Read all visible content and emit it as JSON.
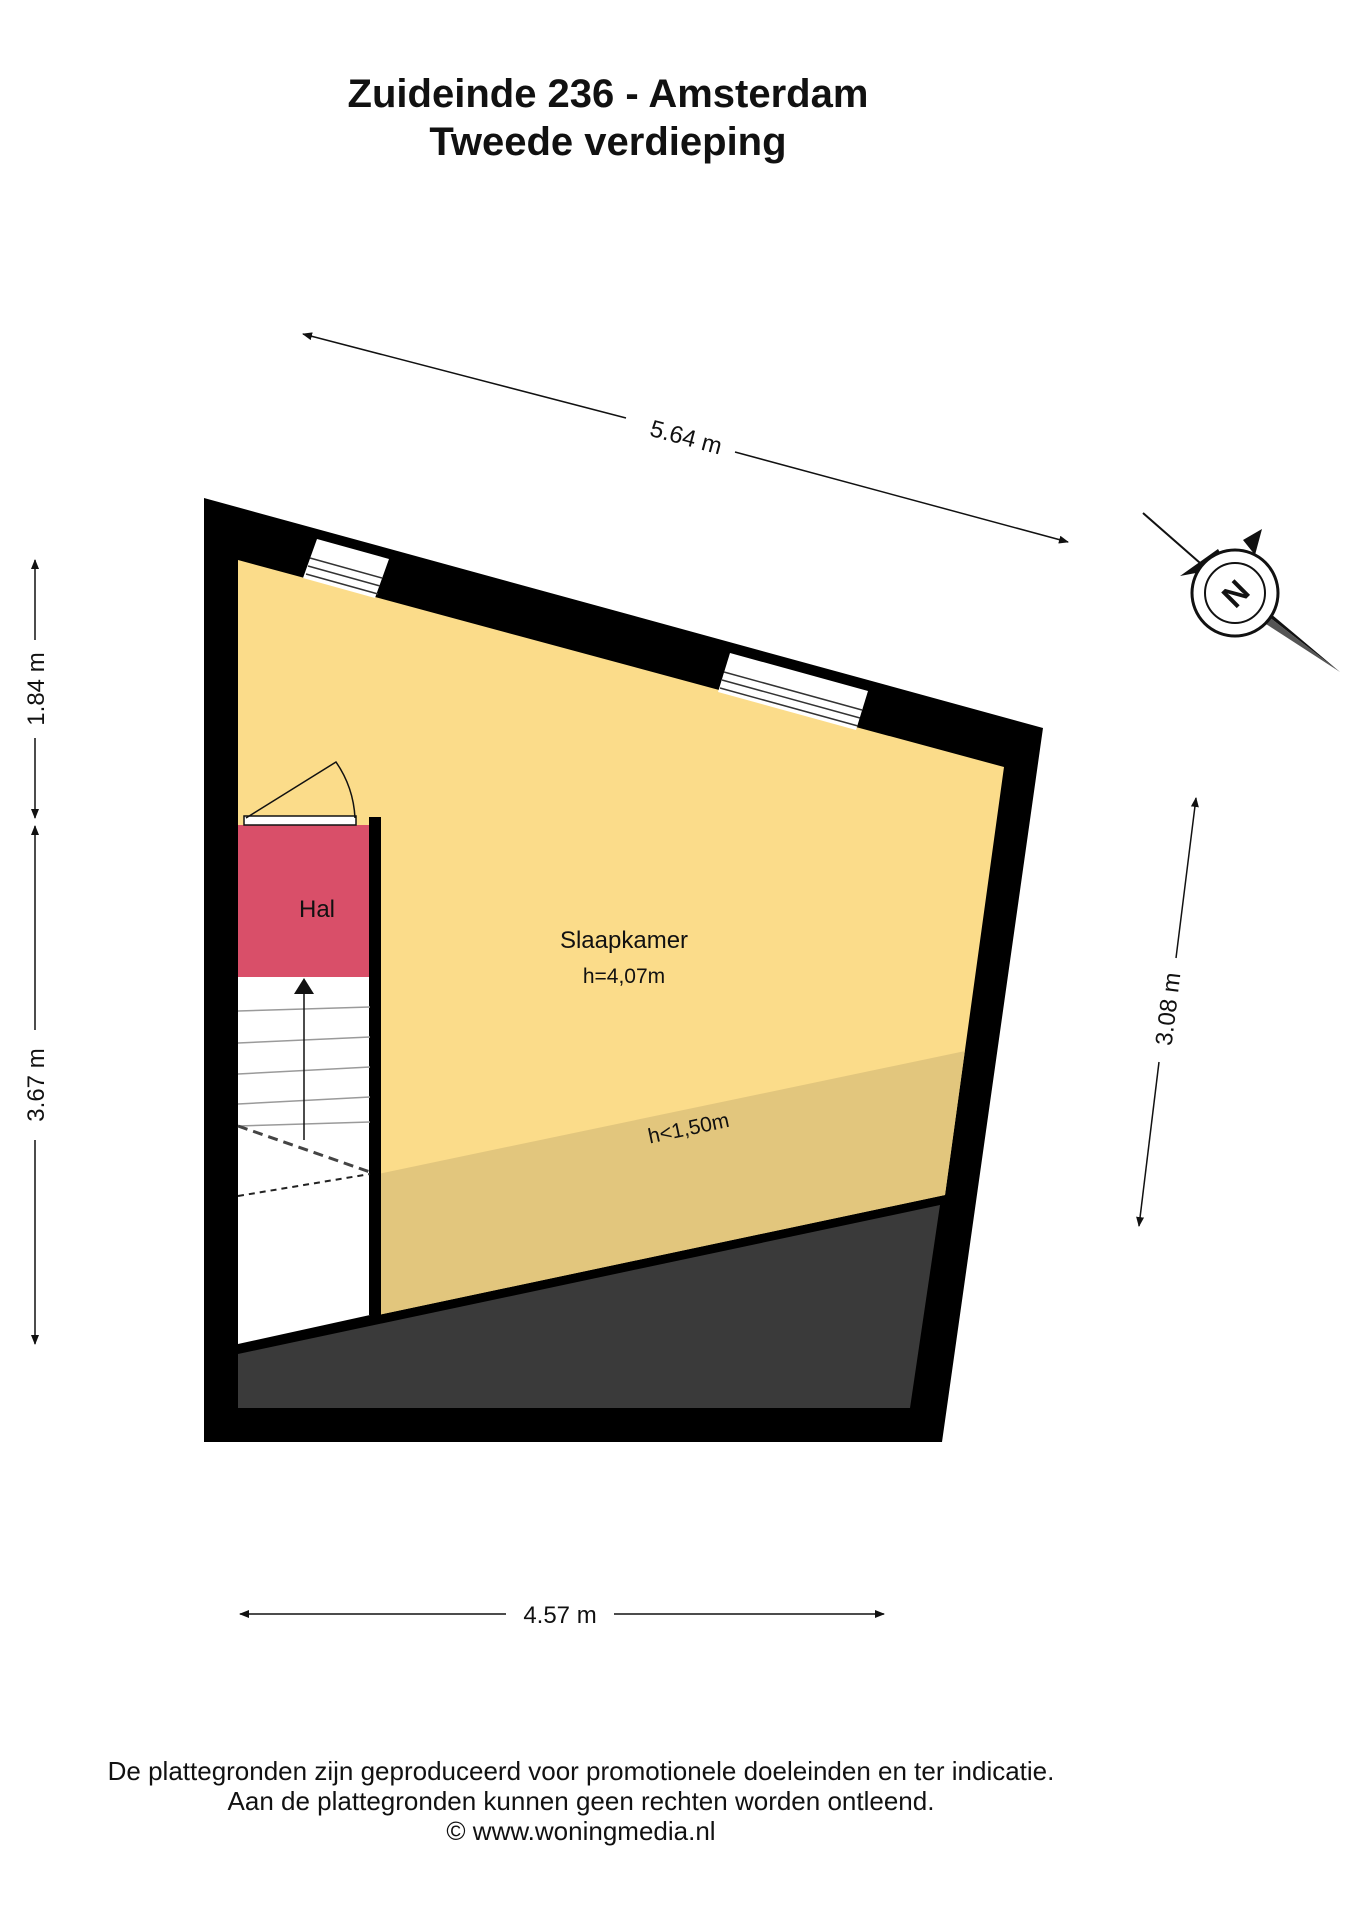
{
  "title": {
    "address": "Zuideinde 236 - Amsterdam",
    "floor": "Tweede verdieping"
  },
  "rooms": {
    "slaapkamer": {
      "label": "Slaapkamer",
      "height": "h=4,07m"
    },
    "hal": {
      "label": "Hal"
    },
    "low_zone": {
      "height": "h<1,50m"
    }
  },
  "dimensions": {
    "top": "5.64 m",
    "left_upper": "1.84 m",
    "left_lower": "3.67 m",
    "right": "3.08 m",
    "bottom": "4.57 m"
  },
  "compass": {
    "letter": "N",
    "icon": "north-arrow-icon"
  },
  "footer": {
    "line1": "De plattegronden zijn geproduceerd voor promotionele doeleinden en ter indicatie.",
    "line2": "Aan de plattegronden kunnen geen rechten worden ontleend.",
    "line3": "© www.woningmedia.nl"
  },
  "colors": {
    "wall": "#000000",
    "slaapkamer": "#fbdc8a",
    "low_zone": "#e2c67d",
    "hal": "#d94f69",
    "void": "#3a3a3a",
    "stair": "#ffffff"
  }
}
